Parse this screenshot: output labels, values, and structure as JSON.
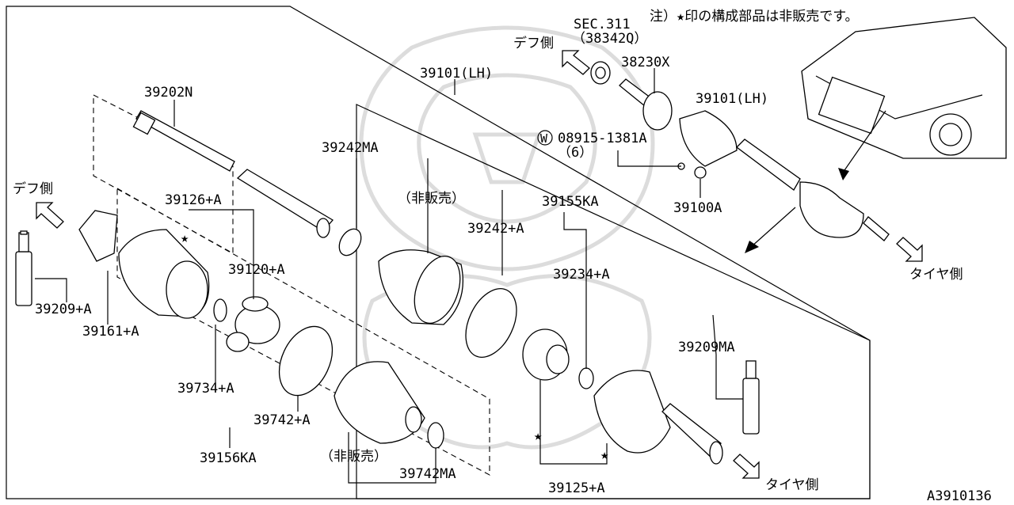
{
  "note": "注）★印の構成部品は非販売です。",
  "diagram_id": "A3910136",
  "side_labels": {
    "diff_left": "デフ側",
    "diff_top": "デフ側",
    "tire_right": "タイヤ側",
    "tire_bottom": "タイヤ側"
  },
  "not_sold": "（非販売）",
  "star": "★",
  "parts": {
    "sec311": "SEC.311",
    "p38342Q": "（38342Q）",
    "p38230X": "38230X",
    "p39101LH_top": "39101(LH)",
    "p39101LH_main": "39101(LH)",
    "washer_code": "W",
    "p08915": "08915-1381A",
    "qty6": "（6）",
    "p39100A": "39100A",
    "p39202N": "39202N",
    "p39242MA": "39242MA",
    "p39126A": "39126+A",
    "p39155KA": "39155KA",
    "p39242A": "39242+A",
    "p39120A": "39120+A",
    "p39234A": "39234+A",
    "p39209A": "39209+A",
    "p39161A": "39161+A",
    "p39209MA": "39209MA",
    "p39734A": "39734+A",
    "p39742A": "39742+A",
    "p39156KA": "39156KA",
    "p39742MA": "39742MA",
    "p39125A": "39125+A"
  }
}
